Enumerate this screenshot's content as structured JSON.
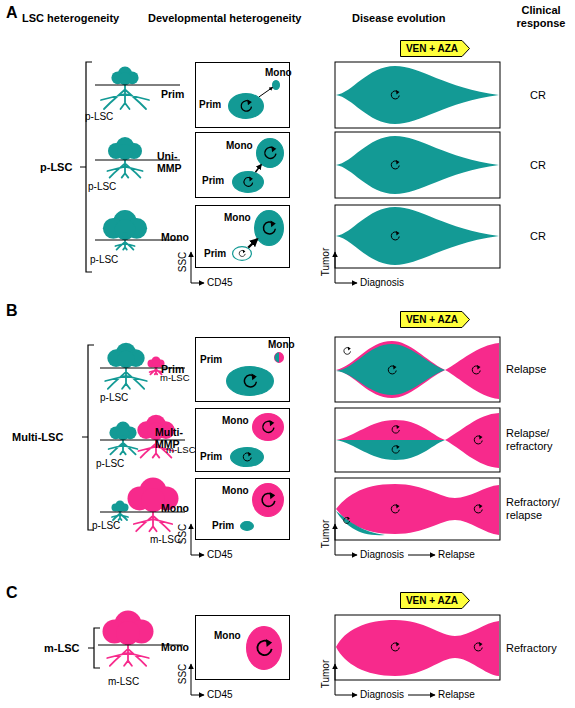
{
  "diagram": {
    "nodes": [
      {
        "text": [
          "Prim"
        ]
      },
      {
        "text": [
          "Prim"
        ],
        "in": 0
      },
      {
        "text": [
          "Mono"
        ],
        "in": 0
      },
      {
        "text": [
          "Uni-MMP"
        ]
      },
      {
        "text": [
          "Prim"
        ],
        "in": 3
      },
      {
        "text": [
          "Mono"
        ],
        "in": 3
      },
      {
        "text": [
          "Mono"
        ]
      },
      {
        "text": [
          "Prim"
        ],
        "in": 6
      },
      {
        "text": [
          "Mono"
        ],
        "in": 6
      },
      {
        "text": [
          "VEN + AZA"
        ]
      },
      {
        "text": [
          "Prim"
        ]
      },
      {
        "text": [
          "Prim"
        ],
        "in": 10
      },
      {
        "text": [
          "Mono"
        ],
        "in": 10
      },
      {
        "text": [
          "Multi-MMP"
        ]
      },
      {
        "text": [
          "Mono"
        ],
        "in": 13
      },
      {
        "text": [
          "Prim"
        ],
        "in": 13
      },
      {
        "text": [
          "Mono"
        ]
      },
      {
        "text": [
          "Mono"
        ],
        "in": 16
      },
      {
        "text": [
          "Prim"
        ],
        "in": 16
      },
      {
        "text": [
          "VEN + AZA"
        ]
      },
      {
        "text": [
          "Mono"
        ]
      },
      {
        "text": [
          "Mono"
        ],
        "in": 20
      },
      {
        "text": [
          "VEN + AZA"
        ]
      }
    ],
    "edges": [
      {
        "from": 1,
        "to": 2,
        "arrow": "to"
      },
      {
        "from": 4,
        "to": 5,
        "arrow": "to"
      },
      {
        "from": 7,
        "to": 8,
        "arrow": "to"
      }
    ],
    "labels": [
      "A",
      "LSC heterogeneity",
      "Developmental heterogeneity",
      "Disease evolution",
      "Clinical response",
      "p-LSC",
      "p-LSC",
      "p-LSC",
      "p-LSC",
      "SSC",
      "CD45",
      "Tumor",
      "Diagnosis",
      "CR",
      "CR",
      "CR",
      "B",
      "p-LSC",
      "m-LSC",
      "p-LSC",
      "m-LSC",
      "p-LSC",
      "m-LSC",
      "Multi-LSC",
      "SSC",
      "CD45",
      "Tumor",
      "Diagnosis",
      "Relapse",
      "Relapse",
      "Relapse/ refractory",
      "Refractory/ relapse",
      "C",
      "m-LSC",
      "m-LSC",
      "SSC",
      "CD45",
      "Tumor",
      "Diagnosis",
      "Relapse",
      "Refractory"
    ]
  }
}
